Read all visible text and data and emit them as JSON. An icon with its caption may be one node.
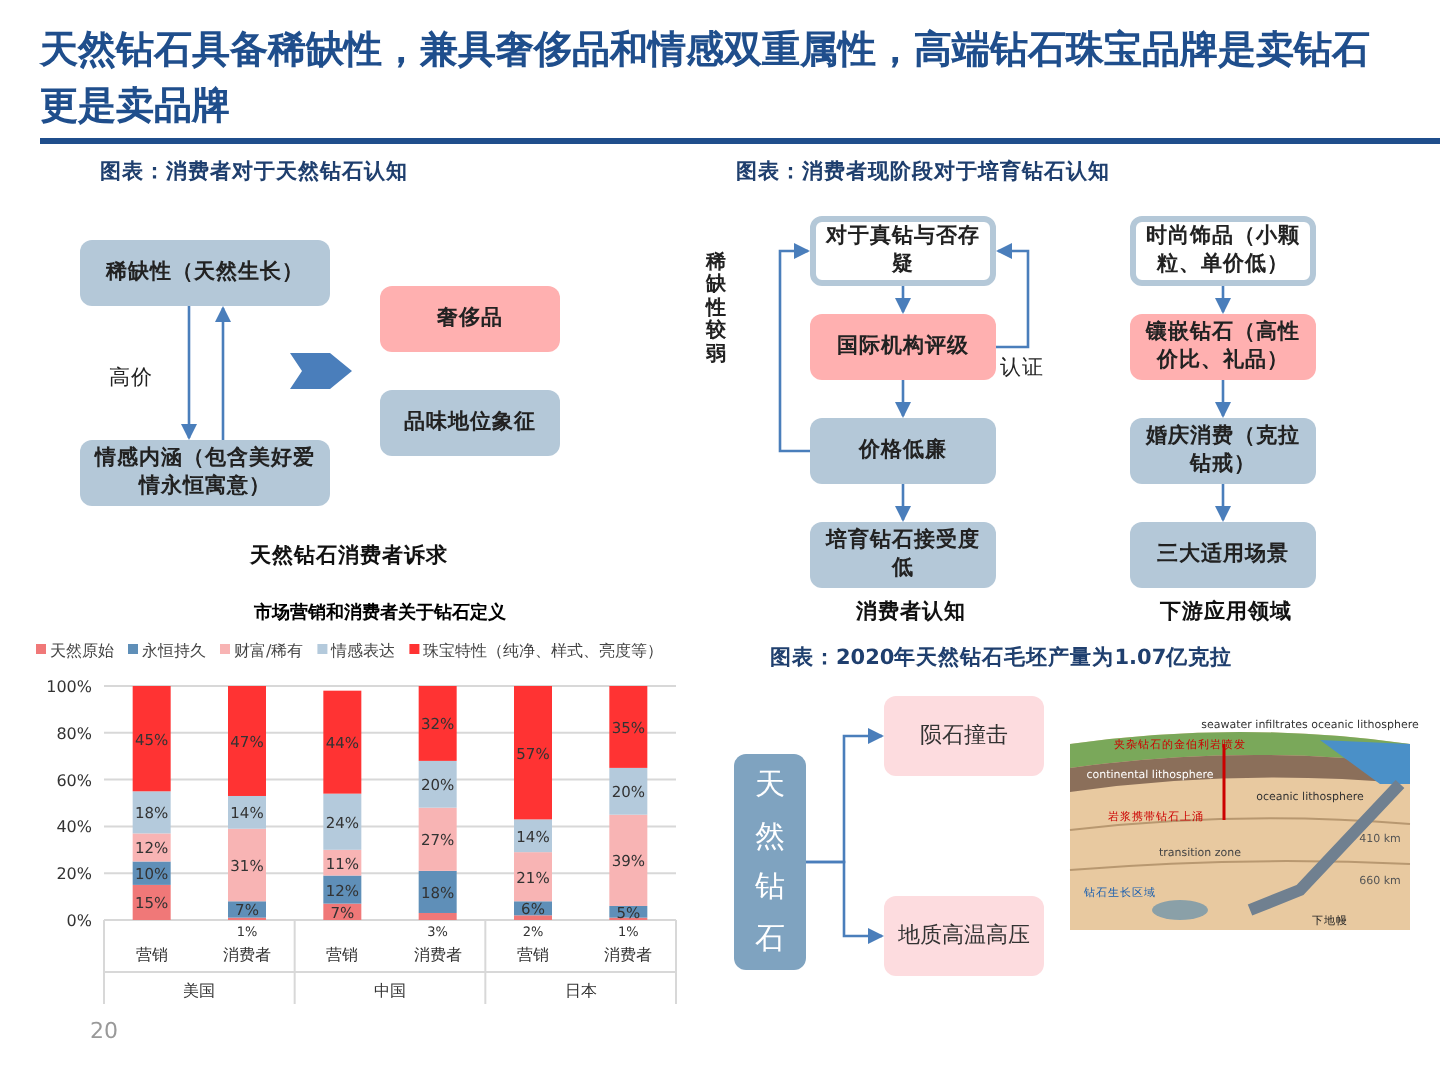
{
  "diagram": {
    "title": "天然钻石具备稀缺性，兼具奢侈品和情感双重属性，高端钻石珠宝品牌是卖钻石更是卖品牌",
    "nodes": [
      {
        "text": [
          "稀缺性（天然生长）"
        ]
      },
      {
        "text": [
          "情感内涵（包含美好爱情永恒寓意）"
        ]
      },
      {
        "text": [
          "奢侈品"
        ]
      },
      {
        "text": [
          "品味地位象征"
        ]
      },
      {
        "text": [
          "对于真钻与否存疑"
        ]
      },
      {
        "text": [
          "国际机构评级"
        ]
      },
      {
        "text": [
          "价格低廉"
        ]
      },
      {
        "text": [
          "培育钻石接受度低"
        ]
      },
      {
        "text": [
          "时尚饰品（小颗粒、单价低）"
        ]
      },
      {
        "text": [
          "镶嵌钻石（高性价比、礼品）"
        ]
      },
      {
        "text": [
          "婚庆消费（克拉钻戒）"
        ]
      },
      {
        "text": [
          "三大适用场景"
        ]
      },
      {
        "text": [
          "天然钻石"
        ]
      },
      {
        "text": [
          "陨石撞击"
        ]
      },
      {
        "text": [
          "地质高温高压"
        ]
      }
    ],
    "edges": [
      {
        "from": 0,
        "to": 1,
        "arrow": "to",
        "label": "高价"
      },
      {
        "from": 1,
        "to": 0,
        "arrow": "to"
      },
      {
        "from": null,
        "to": 2,
        "arrow": "to",
        "style": "thick"
      },
      {
        "from": null,
        "to": 3,
        "arrow": "to",
        "style": "thick"
      },
      {
        "from": 4,
        "to": 5,
        "arrow": "to"
      },
      {
        "from": 5,
        "to": 6,
        "arrow": "to"
      },
      {
        "from": 6,
        "to": 7,
        "arrow": "to"
      },
      {
        "from": 6,
        "to": 4,
        "arrow": "to",
        "label": "稀缺性较弱"
      },
      {
        "from": 5,
        "to": 4,
        "arrow": "to",
        "label": "认证"
      },
      {
        "from": 8,
        "to": 9,
        "arrow": "to"
      },
      {
        "from": 9,
        "to": 10,
        "arrow": "to"
      },
      {
        "from": 10,
        "to": 11,
        "arrow": "to"
      },
      {
        "from": 12,
        "to": 13,
        "arrow": "to"
      },
      {
        "from": 12,
        "to": 14,
        "arrow": "to"
      }
    ],
    "labels": [
      "图表：消费者对于天然钻石认知",
      "图表：消费者现阶段对于培育钻石认知",
      "天然钻石消费者诉求",
      "消费者认知",
      "下游应用领域",
      "美国",
      "中国",
      "日本",
      "图表：2020年天然钻石毛坯产量为1.07亿克拉",
      "夹杂钻石的金伯利岩喷发",
      "seawater infiltrates oceanic lithosphere",
      "continental lithosphere",
      "oceanic lithosphere",
      "岩浆携带钻石上涌",
      "410 km",
      "transition zone",
      "660 km",
      "钻石生长区域",
      "下地幔",
      "20"
    ],
    "chart_data": {
      "type": "bar",
      "title": "市场营销和消费者关于钻石定义",
      "stacked": true,
      "orientation": "vertical",
      "categories": [
        "营销",
        "消费者",
        "营销",
        "消费者",
        "营销",
        "消费者"
      ],
      "ylim": [
        0,
        100
      ],
      "grid": true,
      "legend": true,
      "yticks": [
        {
          "value": 0,
          "label": "0%"
        },
        {
          "value": 20,
          "label": "20%"
        },
        {
          "value": 40,
          "label": "40%"
        },
        {
          "value": 60,
          "label": "60%"
        },
        {
          "value": 80,
          "label": "80%"
        },
        {
          "value": 100,
          "label": "100%"
        }
      ],
      "series": [
        {
          "name": "天然原始",
          "color": "#f07878",
          "values": [
            15,
            1,
            7,
            3,
            2,
            1
          ]
        },
        {
          "name": "永恒持久",
          "color": "#5f8fb8",
          "values": [
            10,
            7,
            12,
            18,
            6,
            5
          ]
        },
        {
          "name": "财富/稀有",
          "color": "#f8b4b4",
          "values": [
            12,
            31,
            11,
            27,
            21,
            39
          ]
        },
        {
          "name": "情感表达",
          "color": "#b4cadc",
          "values": [
            18,
            14,
            24,
            20,
            14,
            20
          ]
        },
        {
          "name": "珠宝特性（纯净、样式、亮度等）",
          "color": "#ff3333",
          "values": [
            45,
            47,
            44,
            32,
            57,
            35
          ]
        }
      ],
      "value_labels": [
        [
          "15%",
          "1%",
          "7%",
          "3%",
          "2%",
          "1%"
        ],
        [
          "10%",
          "7%",
          "12%",
          "18%",
          "6%",
          "5%"
        ],
        [
          "12%",
          "31%",
          "11%",
          "27%",
          "21%",
          "39%"
        ],
        [
          "18%",
          "14%",
          "24%",
          "20%",
          "14%",
          "20%"
        ],
        [
          "45%",
          "47%",
          "44%",
          "32%",
          "57%",
          "35%"
        ]
      ]
    }
  }
}
